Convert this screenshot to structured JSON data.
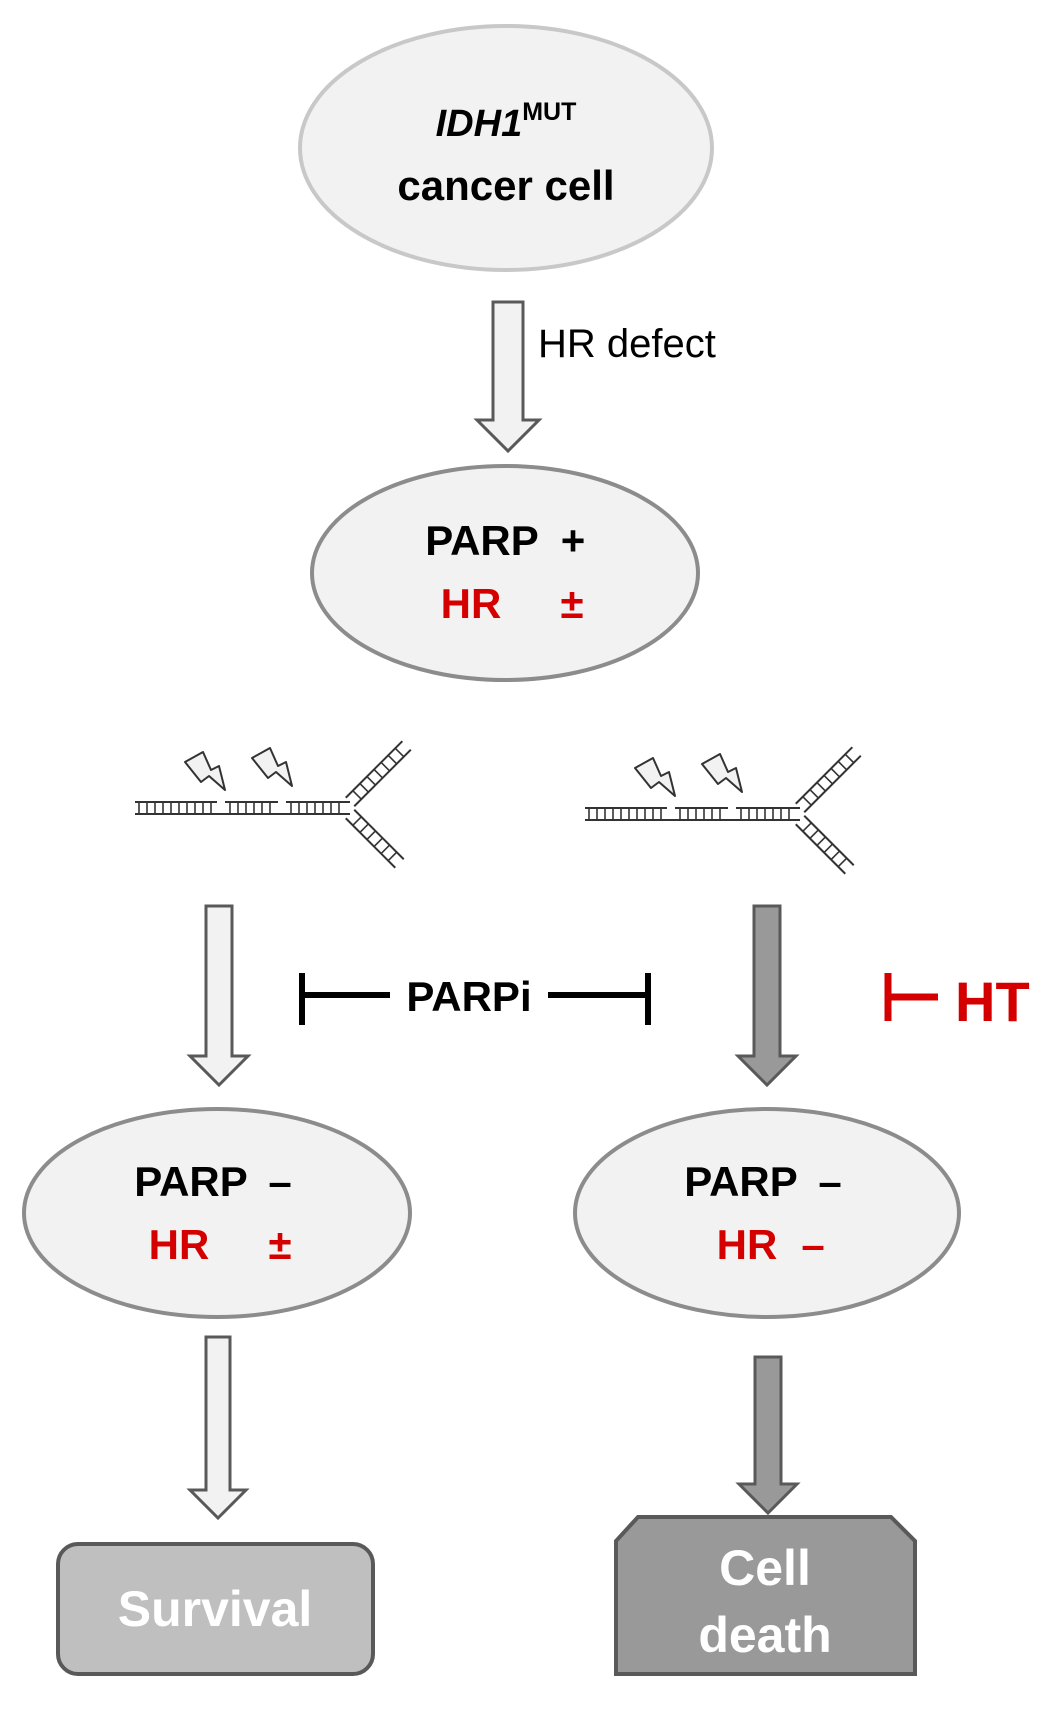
{
  "top_node": {
    "gene": "IDH1",
    "superscript": "MUT",
    "line2": "cancer cell"
  },
  "edge_label": "HR defect",
  "middle_node": {
    "parp_label": "PARP",
    "parp_sign": "+",
    "hr_label": "HR",
    "hr_sign": "±"
  },
  "inhibitor_label": "PARPi",
  "ht_label": "HT",
  "left_node": {
    "parp_label": "PARP",
    "parp_sign": "–",
    "hr_label": "HR",
    "hr_sign": "±"
  },
  "right_node": {
    "parp_label": "PARP",
    "parp_sign": "–",
    "hr_label": "HR",
    "hr_sign": "–"
  },
  "outcome_left": "Survival",
  "outcome_right": {
    "line1": "Cell",
    "line2": "death"
  },
  "colors": {
    "node_fill": "#f2f2f2",
    "node_stroke": "#8c8c8c",
    "top_node_stroke": "#c8c8c8",
    "arrow_light_fill": "#f2f2f2",
    "arrow_dark_fill": "#999999",
    "arrow_stroke": "#595959",
    "survival_fill": "#bfbfbf",
    "death_fill": "#999999",
    "red": "#d40000"
  }
}
